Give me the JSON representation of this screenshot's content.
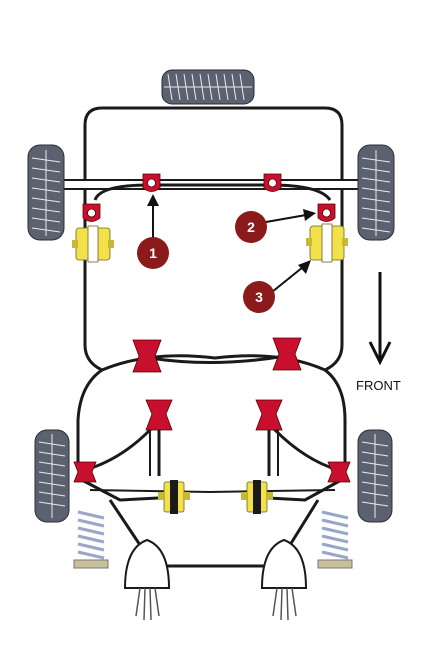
{
  "callouts": [
    {
      "number": "1"
    },
    {
      "number": "2"
    },
    {
      "number": "3"
    }
  ],
  "direction_label": "FRONT",
  "colors": {
    "bush": "#c8102e",
    "callout_marker": "#8b1a1a",
    "mount": "#f2e14a",
    "tire": "#5c6170",
    "frame": "#1a1a1a",
    "spring": "#9aa6c8"
  }
}
